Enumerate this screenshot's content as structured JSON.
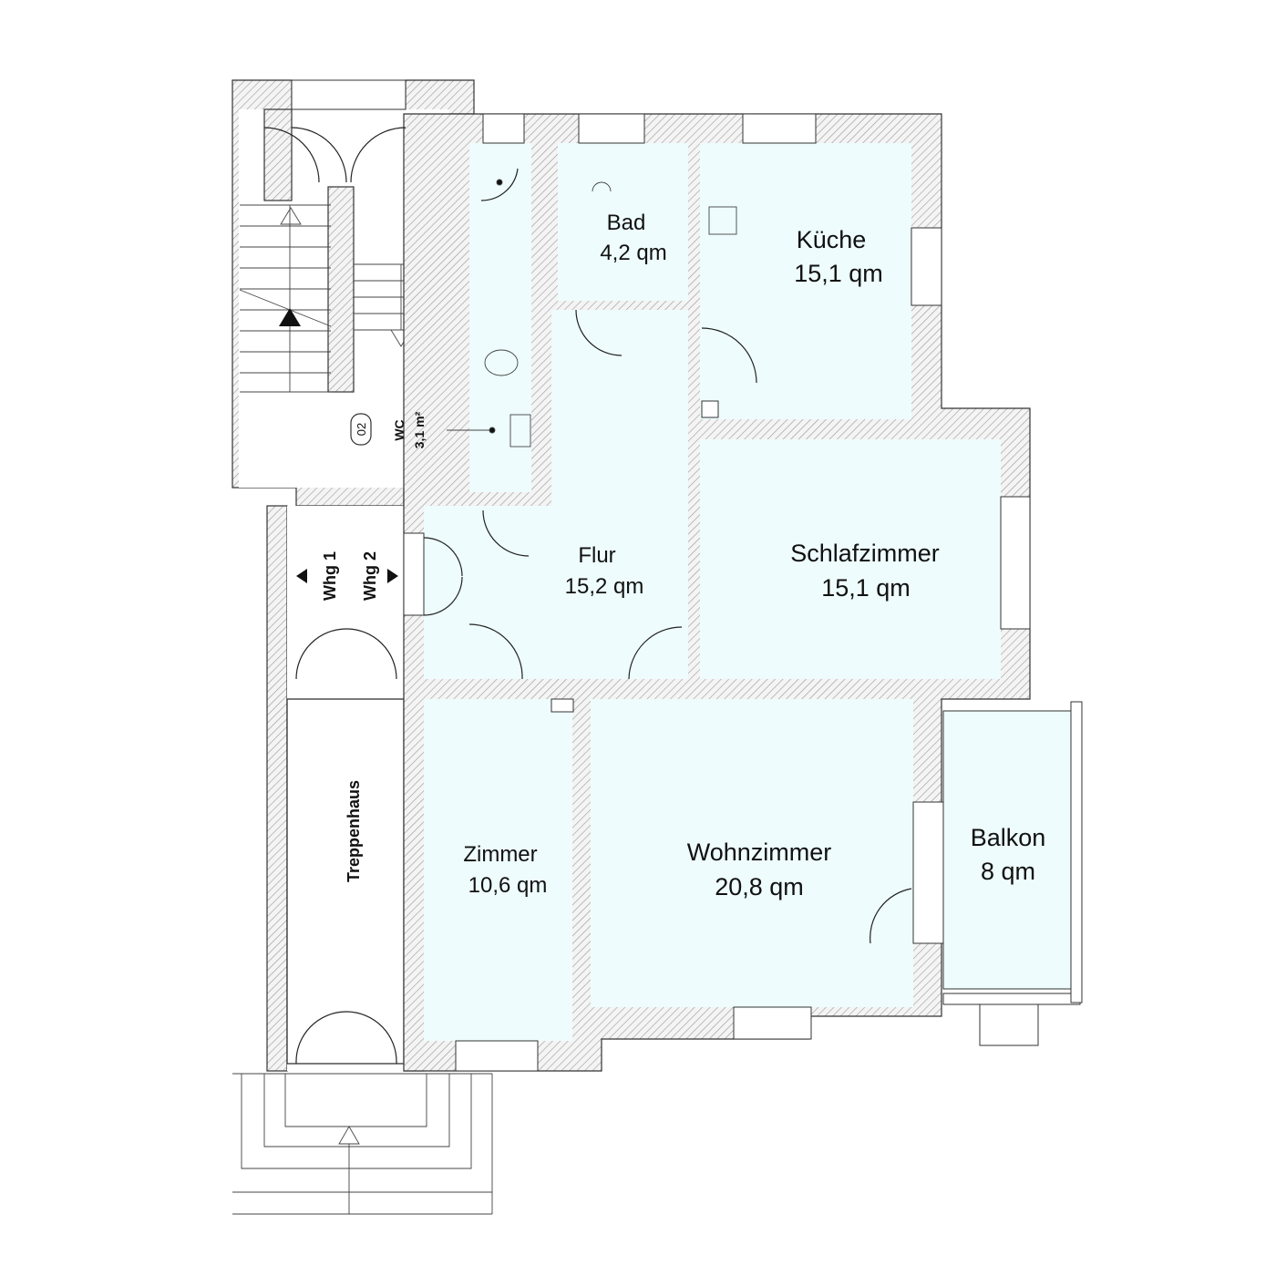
{
  "title": "Grundriss Wohnung",
  "rooms": {
    "bad": {
      "name": "Bad",
      "area": "4,2 qm"
    },
    "kueche": {
      "name": "Küche",
      "area": "15,1 qm"
    },
    "flur": {
      "name": "Flur",
      "area": "15,2 qm"
    },
    "schlafzimmer": {
      "name": "Schlafzimmer",
      "area": "15,1 qm"
    },
    "zimmer": {
      "name": "Zimmer",
      "area": "10,6 qm"
    },
    "wohnzimmer": {
      "name": "Wohnzimmer",
      "area": "20,8 qm"
    },
    "balkon": {
      "name": "Balkon",
      "area": "8 qm"
    },
    "wc": {
      "name": "WC",
      "area": "3,1 m²",
      "number": "02"
    }
  },
  "stairwell": {
    "label": "Treppenhaus",
    "whg1": "Whg 1",
    "whg2": "Whg 2"
  },
  "colors": {
    "room_fill": "#eefcfd",
    "wall_line": "#333333"
  }
}
